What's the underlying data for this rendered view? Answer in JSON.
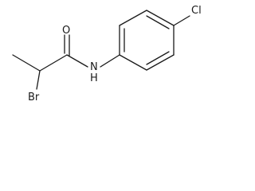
{
  "molecule": {
    "atoms": {
      "oxygen": "O",
      "nitrogen": "N",
      "hydrogen": "H",
      "chlorine": "Cl",
      "bromine": "Br"
    }
  }
}
